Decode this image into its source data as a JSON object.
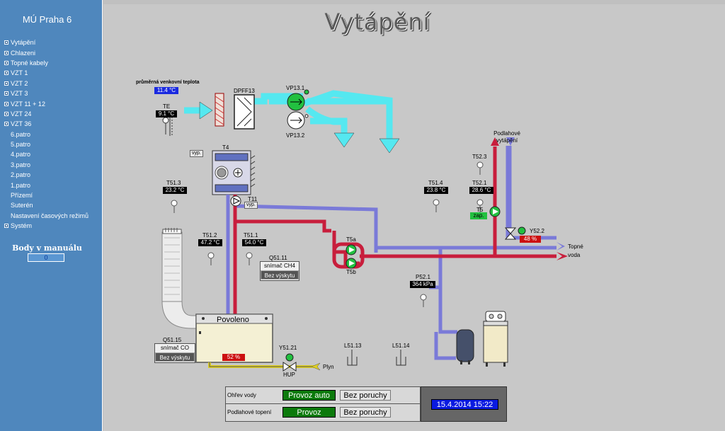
{
  "sidebar": {
    "title": "MÚ Praha 6",
    "items": [
      {
        "label": "Vytápění",
        "sub": false
      },
      {
        "label": "Chlazeni",
        "sub": false
      },
      {
        "label": "Topné kabely",
        "sub": false
      },
      {
        "label": "VZT 1",
        "sub": false
      },
      {
        "label": "VZT 2",
        "sub": false
      },
      {
        "label": "VZT 3",
        "sub": false
      },
      {
        "label": "VZT 11 + 12",
        "sub": false
      },
      {
        "label": "VZT 24",
        "sub": false
      },
      {
        "label": "VZT 36",
        "sub": false
      },
      {
        "label": "6.patro",
        "sub": true
      },
      {
        "label": "5.patro",
        "sub": true
      },
      {
        "label": "4.patro",
        "sub": true
      },
      {
        "label": "3.patro",
        "sub": true
      },
      {
        "label": "2.patro",
        "sub": true
      },
      {
        "label": "1.patro",
        "sub": true
      },
      {
        "label": "Přízemí",
        "sub": true
      },
      {
        "label": "Suterén",
        "sub": true
      },
      {
        "label": "Nastavení časových režimů",
        "sub": true
      },
      {
        "label": "Systém",
        "sub": false
      }
    ],
    "manual_title": "Body v manuálu",
    "manual_count": "0"
  },
  "page_title": "Vytápění",
  "outdoor": {
    "label": "průměrná venkovní teplota",
    "value": "11.4 °C"
  },
  "te": {
    "label": "TE",
    "value": "9.1 °C"
  },
  "dpff": {
    "label": "DPFF13"
  },
  "vp131": {
    "label": "VP13.1"
  },
  "vp132": {
    "label": "VP13.2"
  },
  "t4": {
    "label": "T4",
    "mode": "vyp."
  },
  "t11": {
    "label": "T11",
    "mode": "vyp."
  },
  "t513": {
    "label": "T51.3",
    "value": "23.2 °C"
  },
  "t512": {
    "label": "T51.2",
    "value": "47.2 °C"
  },
  "t511": {
    "label": "T51.1",
    "value": "54.0 °C"
  },
  "q5111": {
    "label": "Q51.11",
    "sensor": "snímač CH4",
    "status": "Bez výskytu"
  },
  "q5115": {
    "label": "Q51.15",
    "sensor": "snímač CO",
    "status": "Bez výskytu"
  },
  "boiler": {
    "status": "Povoleno",
    "load": "52 %"
  },
  "y5121": {
    "label": "Y51.21",
    "hup": "HUP",
    "gas": "Plyn"
  },
  "t5a": {
    "label": "T5a"
  },
  "t5b": {
    "label": "T5b"
  },
  "l5113": {
    "label": "L51.13"
  },
  "l5114": {
    "label": "L51.14"
  },
  "p521": {
    "label": "P52.1",
    "value": "364 kPa"
  },
  "t514": {
    "label": "T51.4",
    "value": "23.8 °C"
  },
  "t523": {
    "label": "T52.3"
  },
  "t521": {
    "label": "T52.1",
    "value": "28.6 °C"
  },
  "t5": {
    "label": "T5",
    "state": "zap."
  },
  "y522": {
    "label": "Y52.2",
    "value": "48 %"
  },
  "floor_heating": {
    "line1": "Podlahové",
    "line2": "vytápění"
  },
  "hot_water": {
    "line1": "Topné",
    "line2": "voda"
  },
  "status_rows": [
    {
      "label": "Ohřev vody",
      "state": "Provoz auto",
      "fault": "Bez poruchy"
    },
    {
      "label": "Podlahové topení",
      "state": "Provoz",
      "fault": "Bez poruchy"
    }
  ],
  "clock": "15.4.2014 15:22",
  "colors": {
    "cyan": "#55e8f0",
    "red": "#c81e3c",
    "blue": "#7a7ad8",
    "yellow": "#e0d020",
    "green": "#22c040"
  }
}
